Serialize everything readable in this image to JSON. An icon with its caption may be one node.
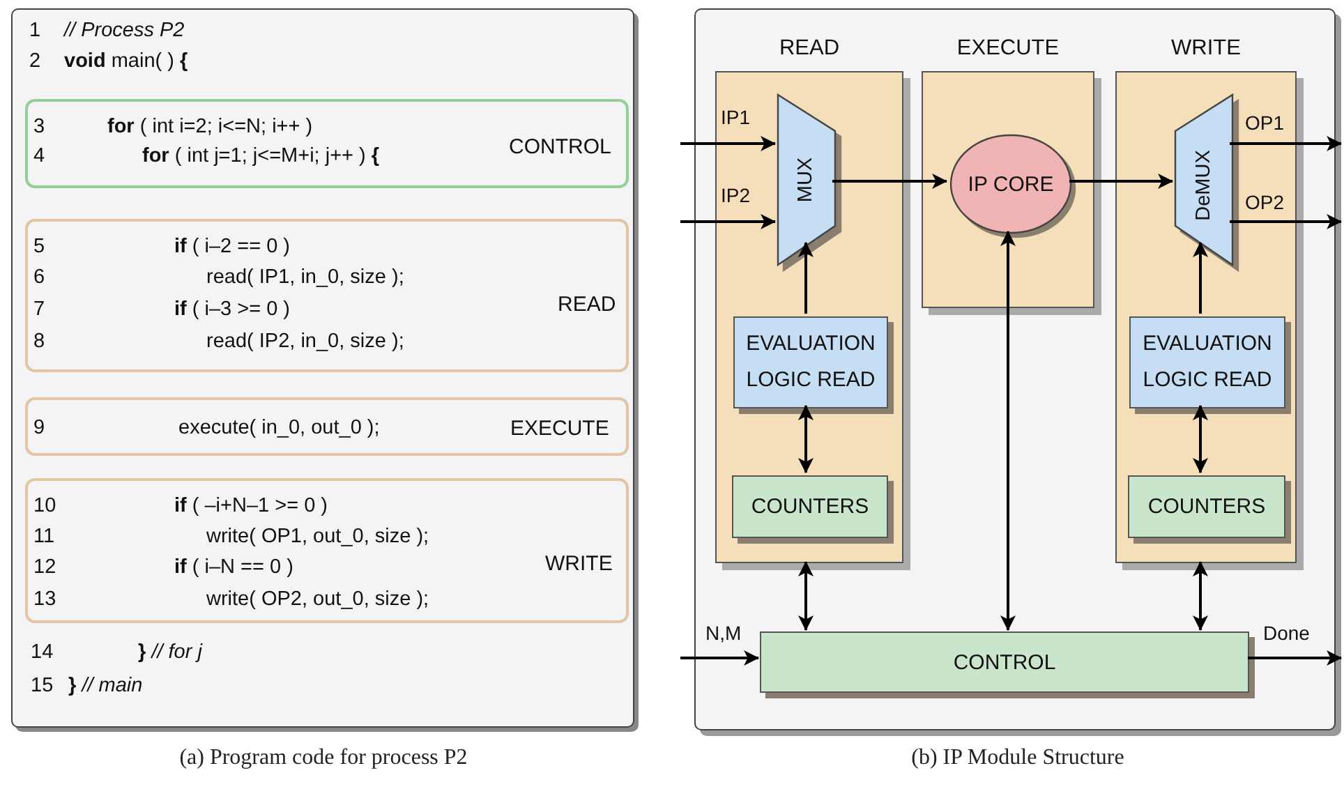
{
  "diagram": {
    "nodes": [
      {
        "text": [
          "1",
          "*// Process P2*",
          "2",
          "**void** main( ) **{**",
          "14",
          "**}** *// for j*",
          "15",
          "**}** *// main*"
        ]
      },
      {
        "text": [
          "3",
          "**for** ( int i=2; i<=N; i++ )",
          "4",
          "**for** ( int j=1; j<=M+i; j++ ) **{**",
          "CONTROL"
        ],
        "in": 0
      },
      {
        "text": [
          "5",
          "**if** ( i–2 == 0 )",
          "6",
          "read( IP1, in_0, size );",
          "7",
          "**if** ( i–3 >= 0 )",
          "8",
          "read( IP2, in_0, size );",
          "READ"
        ],
        "in": 0
      },
      {
        "text": [
          "9",
          "execute( in_0, out_0 );",
          "EXECUTE"
        ],
        "in": 0
      },
      {
        "text": [
          "10",
          "**if** ( –i+N–1 >= 0 )",
          "11",
          "write( OP1, out_0, size );",
          "12",
          "**if** ( i–N == 0 )",
          "13",
          "write( OP2, out_0, size );",
          "WRITE"
        ],
        "in": 0
      },
      {
        "text": [],
        "shape": "box"
      },
      {
        "text": [
          "READ"
        ],
        "in": 5
      },
      {
        "text": [
          "EXECUTE"
        ],
        "in": 5
      },
      {
        "text": [
          "WRITE"
        ],
        "in": 5
      },
      {
        "text": [
          "MUX"
        ],
        "in": 6
      },
      {
        "text": [
          "IP CORE"
        ],
        "in": 7
      },
      {
        "text": [
          "DeMUX"
        ],
        "in": 8
      },
      {
        "text": [
          "EVALUATION LOGIC READ"
        ],
        "in": 6
      },
      {
        "text": [
          "COUNTERS"
        ],
        "in": 6
      },
      {
        "text": [
          "EVALUATION LOGIC READ"
        ],
        "in": 8
      },
      {
        "text": [
          "COUNTERS"
        ],
        "in": 8
      },
      {
        "text": [
          "CONTROL"
        ],
        "in": 5
      }
    ],
    "edges": [
      {
        "from": null,
        "to": 9,
        "arrow": "to",
        "label": "IP1"
      },
      {
        "from": null,
        "to": 9,
        "arrow": "to",
        "label": "IP2"
      },
      {
        "from": 9,
        "to": 10,
        "arrow": "to"
      },
      {
        "from": 10,
        "to": 11,
        "arrow": "to"
      },
      {
        "from": 11,
        "to": null,
        "arrow": "to",
        "label": "OP1"
      },
      {
        "from": 11,
        "to": null,
        "arrow": "to",
        "label": "OP2"
      },
      {
        "from": 12,
        "to": 9,
        "arrow": "to"
      },
      {
        "from": 12,
        "to": 13,
        "arrow": "both"
      },
      {
        "from": 6,
        "to": 16,
        "arrow": "both"
      },
      {
        "from": 10,
        "to": 16,
        "arrow": "both"
      },
      {
        "from": 14,
        "to": 11,
        "arrow": "to"
      },
      {
        "from": 14,
        "to": 15,
        "arrow": "both"
      },
      {
        "from": 8,
        "to": 16,
        "arrow": "both"
      },
      {
        "from": null,
        "to": 16,
        "arrow": "to",
        "label": "N,M"
      },
      {
        "from": 16,
        "to": null,
        "arrow": "to",
        "label": "Done"
      }
    ],
    "labels": [
      "(a) Program code for process P2",
      "(b) IP Module Structure"
    ]
  }
}
